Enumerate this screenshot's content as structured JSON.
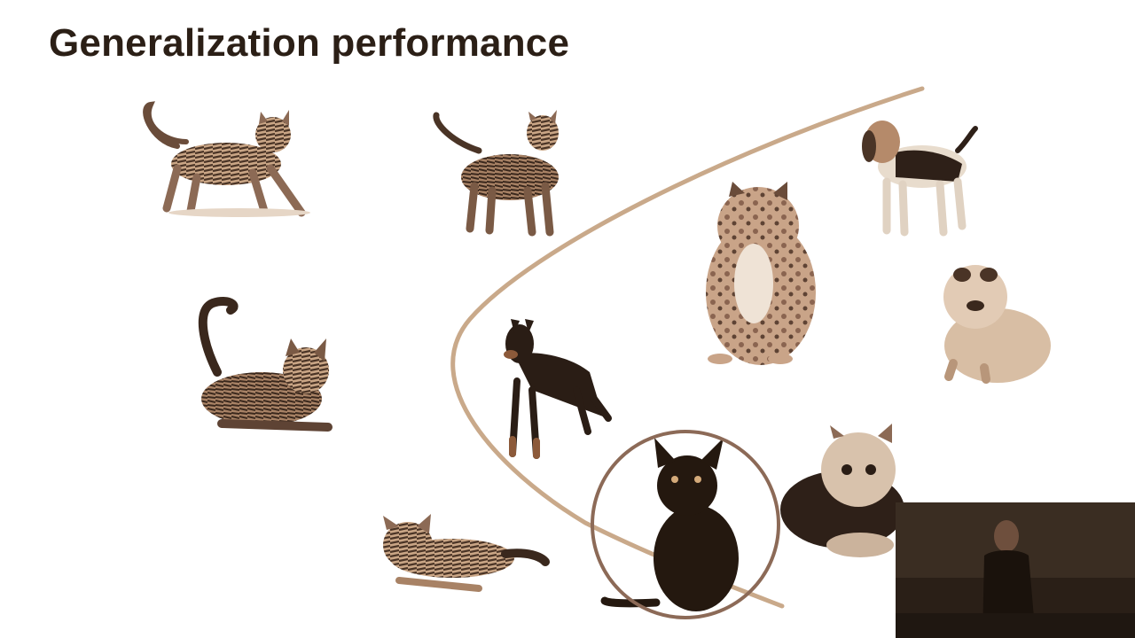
{
  "slide": {
    "title": "Generalization performance"
  },
  "colors": {
    "title": "#2b1f16",
    "boundary": "#c9a98a",
    "highlight_ring": "#8c6a57",
    "fur_light": "#d9b898",
    "fur_mid": "#a98266",
    "fur_dark": "#3a2a20"
  },
  "animals": [
    {
      "kind": "cat",
      "class": "cat",
      "pose": "walking"
    },
    {
      "kind": "cat",
      "class": "cat",
      "pose": "standing"
    },
    {
      "kind": "cat",
      "class": "cat",
      "pose": "crouching"
    },
    {
      "kind": "cat",
      "class": "cat",
      "pose": "lying"
    },
    {
      "kind": "cat",
      "class": "cat",
      "pose": "sitting",
      "highlighted": true
    },
    {
      "kind": "dog",
      "class": "dog",
      "pose": "standing"
    },
    {
      "kind": "dog",
      "class": "dog",
      "pose": "sitting"
    },
    {
      "kind": "dog",
      "class": "dog",
      "pose": "standing"
    },
    {
      "kind": "dog",
      "class": "dog",
      "pose": "sitting"
    },
    {
      "kind": "dog",
      "class": "dog",
      "pose": "lying"
    }
  ],
  "icons": {
    "boundary": "decision-boundary-curve",
    "highlight": "highlight-circle"
  }
}
